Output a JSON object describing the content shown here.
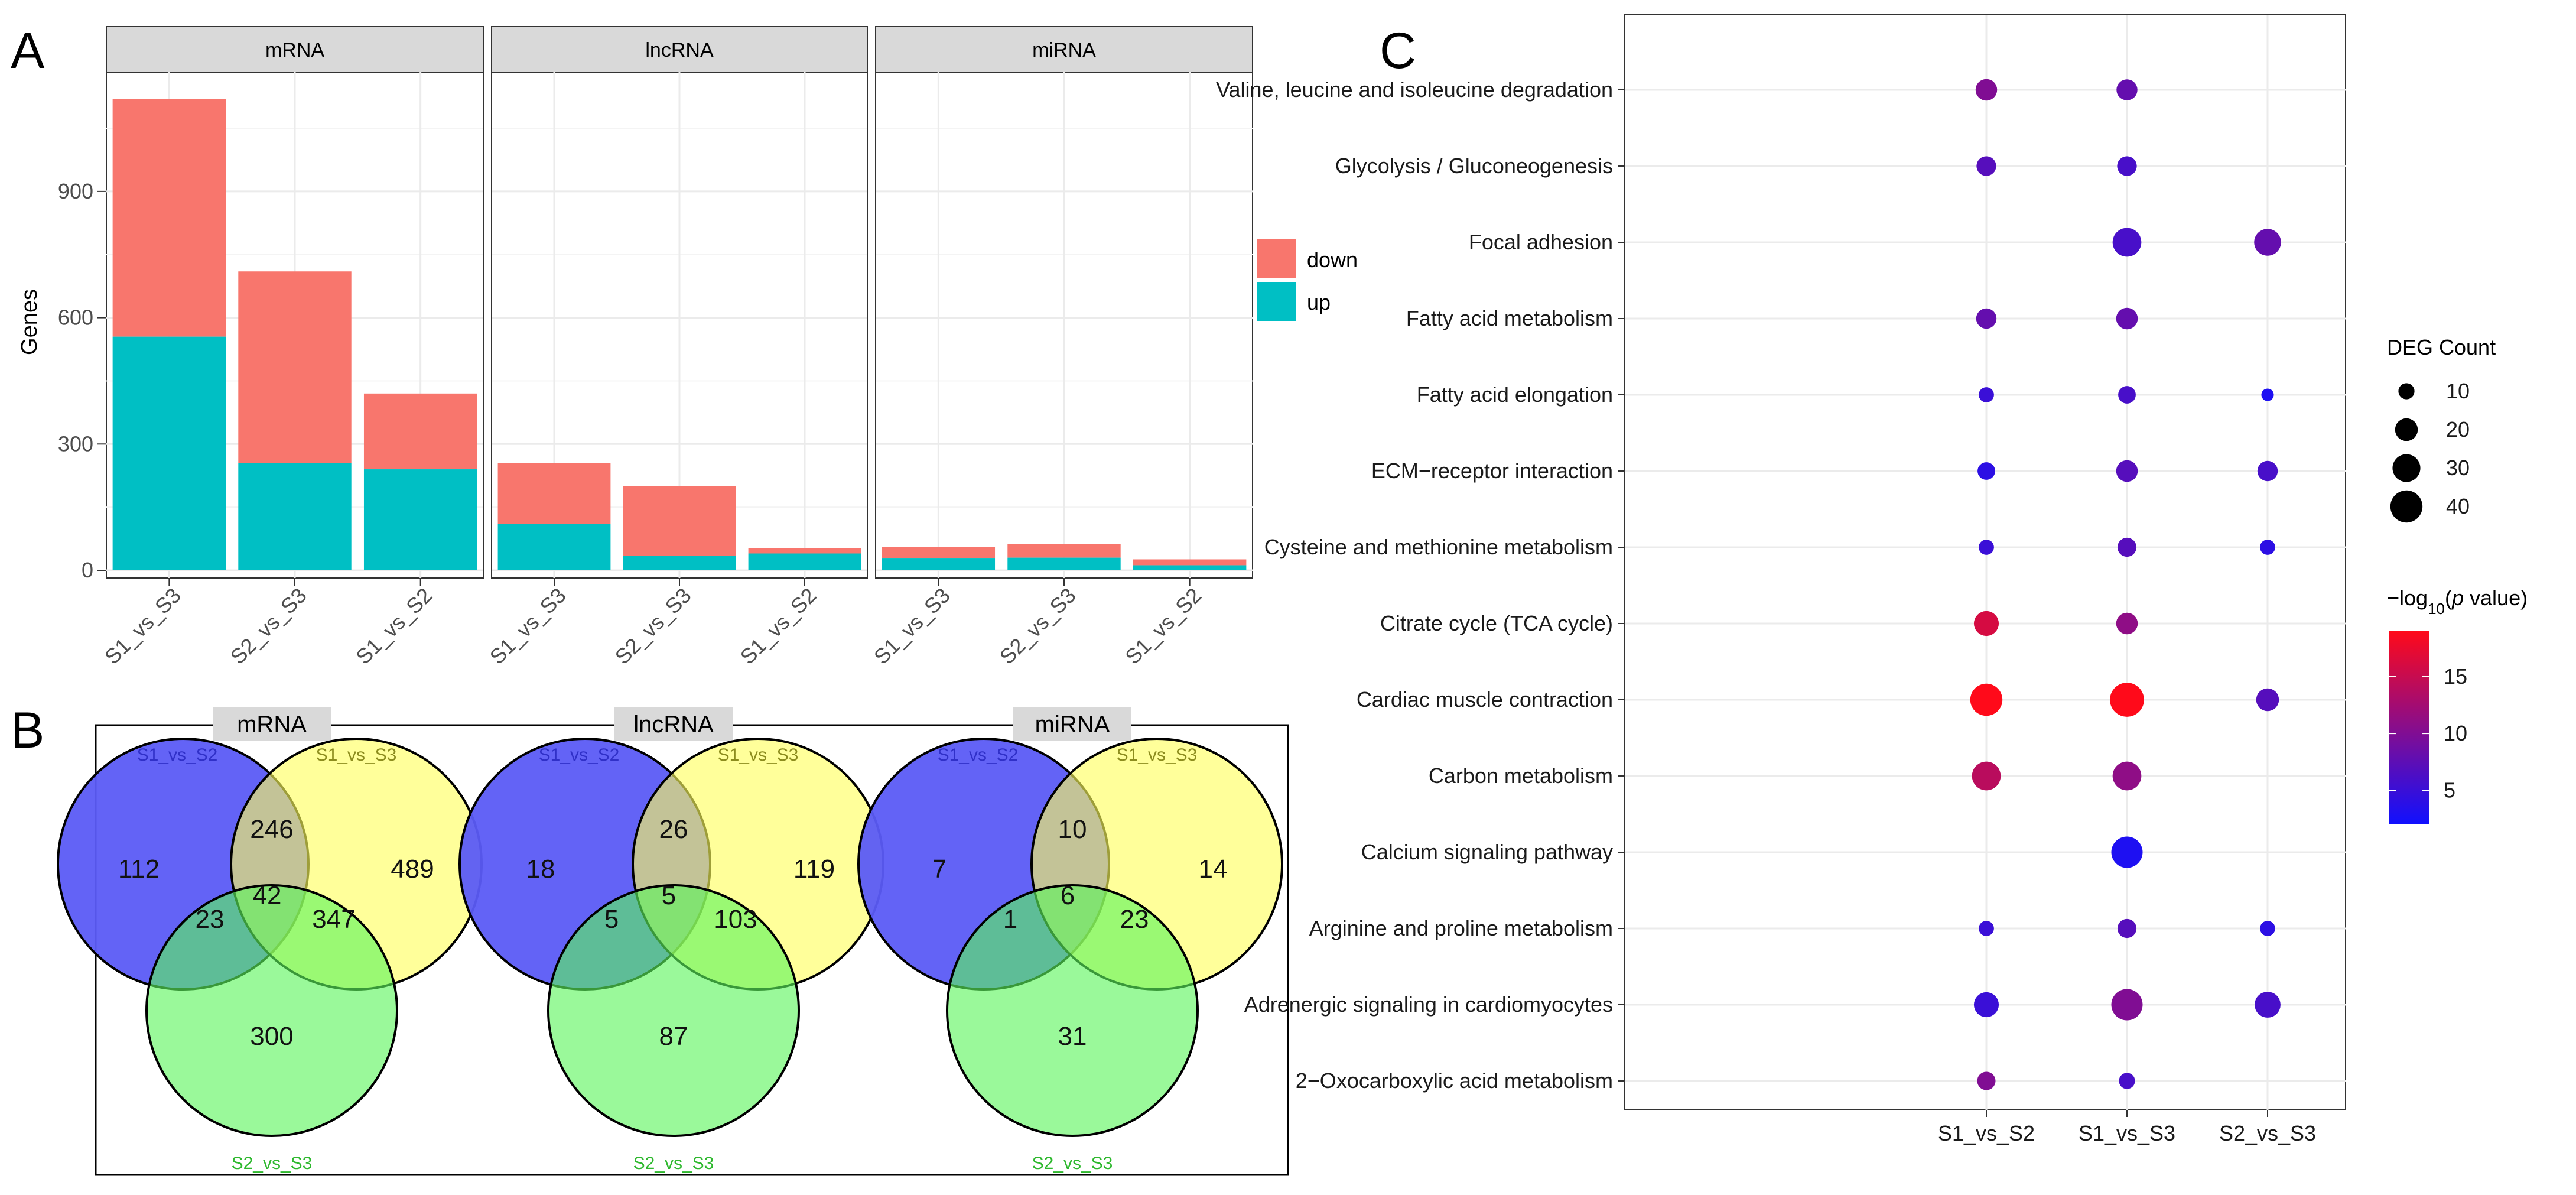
{
  "panel_labels": {
    "a": "A",
    "b": "B",
    "c": "C"
  },
  "colors": {
    "down": "#F8766D",
    "up": "#00BFC4",
    "strip_bg": "#D9D9D9",
    "venn_s1s2": "#5B5BF5",
    "venn_s1s3": "#FFFF5C",
    "venn_s2s3": "#5CF55C",
    "venn_lab_s1s2": "#3030C8",
    "venn_lab_s1s3": "#8C8C1E",
    "venn_lab_s2s3": "#2EB82E",
    "dot_low": "#1010FF",
    "dot_high": "#FF0A1A"
  },
  "chart_data": [
    {
      "type": "bar",
      "panel": "A",
      "stacked": true,
      "facets": [
        "mRNA",
        "lncRNA",
        "miRNA"
      ],
      "categories": [
        "S1_vs_S3",
        "S2_vs_S3",
        "S1_vs_S2"
      ],
      "ylabel": "Genes",
      "xlabel": "",
      "ylim": [
        0,
        1175
      ],
      "yticks": [
        0,
        300,
        600,
        900
      ],
      "legend": {
        "position": "right",
        "entries": [
          "down",
          "up"
        ]
      },
      "series": [
        {
          "name": "up",
          "values": {
            "mRNA": [
              555,
              255,
              240
            ],
            "lncRNA": [
              110,
              35,
              40
            ],
            "miRNA": [
              28,
              30,
              12
            ]
          }
        },
        {
          "name": "down",
          "values": {
            "mRNA": [
              565,
              455,
              180
            ],
            "lncRNA": [
              145,
              165,
              12
            ],
            "miRNA": [
              27,
              32,
              14
            ]
          }
        }
      ]
    },
    {
      "type": "venn",
      "panel": "B",
      "sets": [
        "S1_vs_S2",
        "S1_vs_S3",
        "S2_vs_S3"
      ],
      "diagrams": [
        {
          "title": "mRNA",
          "only_s1s2": "112",
          "only_s1s3": "489",
          "only_s2s3": "300",
          "s1s2_s1s3": "246",
          "s1s2_s2s3": "23",
          "s1s3_s2s3": "347",
          "all": "42"
        },
        {
          "title": "lncRNA",
          "only_s1s2": "18",
          "only_s1s3": "119",
          "only_s2s3": "87",
          "s1s2_s1s3": "26",
          "s1s2_s2s3": "5",
          "s1s3_s2s3": "103",
          "all": "5"
        },
        {
          "title": "miRNA",
          "only_s1s2": "7",
          "only_s1s3": "14",
          "only_s2s3": "31",
          "s1s2_s1s3": "10",
          "s1s2_s2s3": "1",
          "s1s3_s2s3": "23",
          "all": "6"
        }
      ]
    },
    {
      "type": "scatter",
      "panel": "C",
      "subtype": "dot plot",
      "x_categories": [
        "S1_vs_S2",
        "S1_vs_S3",
        "S2_vs_S3"
      ],
      "y_categories": [
        "Valine, leucine and isoleucine degradation",
        "Glycolysis / Gluconeogenesis",
        "Focal adhesion",
        "Fatty acid metabolism",
        "Fatty acid elongation",
        "ECM−receptor interaction",
        "Cysteine and methionine metabolism",
        "Citrate cycle (TCA cycle)",
        "Cardiac muscle contraction",
        "Carbon metabolism",
        "Calcium signaling pathway",
        "Arginine and proline metabolism",
        "Adrenergic signaling in cardiomyocytes",
        "2−Oxocarboxylic acid metabolism"
      ],
      "size_legend": {
        "title": "DEG Count",
        "values": [
          10,
          20,
          30,
          40
        ]
      },
      "color_legend": {
        "title_prefix": "−log",
        "title_sub": "10",
        "title_mid": "(",
        "title_italic": "p",
        "title_suffix": " value)",
        "ticks": [
          5,
          10,
          15
        ],
        "range": [
          2,
          19
        ]
      },
      "points": [
        {
          "x": "S1_vs_S2",
          "y": "Valine, leucine and isoleucine degradation",
          "count": 18,
          "logp": 10
        },
        {
          "x": "S1_vs_S3",
          "y": "Valine, leucine and isoleucine degradation",
          "count": 17,
          "logp": 8
        },
        {
          "x": "S1_vs_S2",
          "y": "Glycolysis / Gluconeogenesis",
          "count": 15,
          "logp": 7
        },
        {
          "x": "S1_vs_S3",
          "y": "Glycolysis / Gluconeogenesis",
          "count": 15,
          "logp": 6
        },
        {
          "x": "S1_vs_S3",
          "y": "Focal adhesion",
          "count": 32,
          "logp": 6
        },
        {
          "x": "S2_vs_S3",
          "y": "Focal adhesion",
          "count": 28,
          "logp": 8
        },
        {
          "x": "S1_vs_S2",
          "y": "Fatty acid metabolism",
          "count": 16,
          "logp": 8
        },
        {
          "x": "S1_vs_S3",
          "y": "Fatty acid metabolism",
          "count": 18,
          "logp": 8
        },
        {
          "x": "S1_vs_S2",
          "y": "Fatty acid elongation",
          "count": 9,
          "logp": 5
        },
        {
          "x": "S1_vs_S3",
          "y": "Fatty acid elongation",
          "count": 12,
          "logp": 6
        },
        {
          "x": "S2_vs_S3",
          "y": "Fatty acid elongation",
          "count": 6,
          "logp": 3
        },
        {
          "x": "S1_vs_S2",
          "y": "ECM−receptor interaction",
          "count": 12,
          "logp": 4
        },
        {
          "x": "S1_vs_S3",
          "y": "ECM−receptor interaction",
          "count": 18,
          "logp": 7
        },
        {
          "x": "S2_vs_S3",
          "y": "ECM−receptor interaction",
          "count": 16,
          "logp": 6
        },
        {
          "x": "S1_vs_S2",
          "y": "Cysteine and methionine metabolism",
          "count": 9,
          "logp": 5
        },
        {
          "x": "S1_vs_S3",
          "y": "Cysteine and methionine metabolism",
          "count": 14,
          "logp": 7
        },
        {
          "x": "S2_vs_S3",
          "y": "Cysteine and methionine metabolism",
          "count": 9,
          "logp": 4
        },
        {
          "x": "S1_vs_S2",
          "y": "Citrate cycle (TCA cycle)",
          "count": 24,
          "logp": 16
        },
        {
          "x": "S1_vs_S3",
          "y": "Citrate cycle (TCA cycle)",
          "count": 18,
          "logp": 11
        },
        {
          "x": "S1_vs_S2",
          "y": "Cardiac muscle contraction",
          "count": 40,
          "logp": 19
        },
        {
          "x": "S1_vs_S3",
          "y": "Cardiac muscle contraction",
          "count": 45,
          "logp": 19
        },
        {
          "x": "S2_vs_S3",
          "y": "Cardiac muscle contraction",
          "count": 20,
          "logp": 7
        },
        {
          "x": "S1_vs_S2",
          "y": "Carbon metabolism",
          "count": 32,
          "logp": 14
        },
        {
          "x": "S1_vs_S3",
          "y": "Carbon metabolism",
          "count": 32,
          "logp": 11
        },
        {
          "x": "S1_vs_S3",
          "y": "Calcium signaling pathway",
          "count": 38,
          "logp": 3
        },
        {
          "x": "S1_vs_S2",
          "y": "Arginine and proline metabolism",
          "count": 9,
          "logp": 5
        },
        {
          "x": "S1_vs_S3",
          "y": "Arginine and proline metabolism",
          "count": 14,
          "logp": 7
        },
        {
          "x": "S2_vs_S3",
          "y": "Arginine and proline metabolism",
          "count": 9,
          "logp": 4
        },
        {
          "x": "S1_vs_S2",
          "y": "Adrenergic signaling in cardiomyocytes",
          "count": 24,
          "logp": 5
        },
        {
          "x": "S1_vs_S3",
          "y": "Adrenergic signaling in cardiomyocytes",
          "count": 38,
          "logp": 10
        },
        {
          "x": "S2_vs_S3",
          "y": "Adrenergic signaling in cardiomyocytes",
          "count": 26,
          "logp": 6
        },
        {
          "x": "S1_vs_S2",
          "y": "2−Oxocarboxylic acid metabolism",
          "count": 13,
          "logp": 10
        },
        {
          "x": "S1_vs_S3",
          "y": "2−Oxocarboxylic acid metabolism",
          "count": 10,
          "logp": 6
        }
      ]
    }
  ]
}
